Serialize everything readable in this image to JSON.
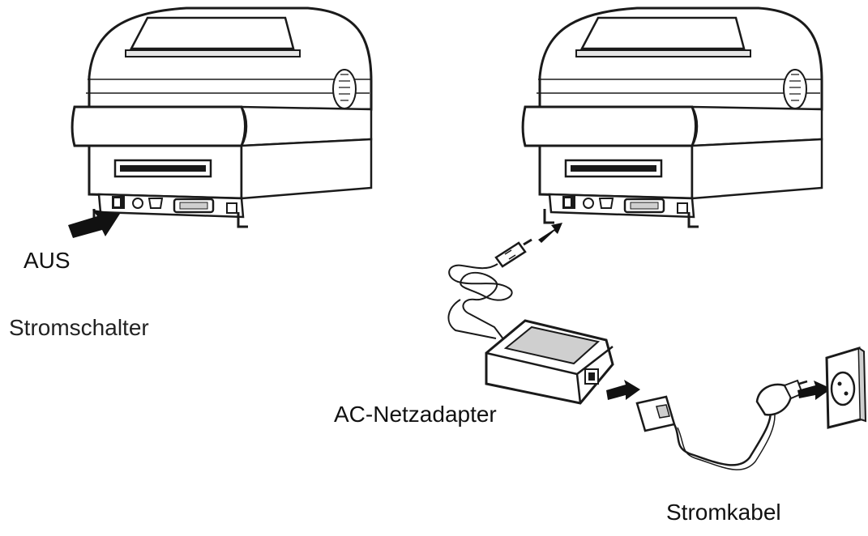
{
  "labels": {
    "switch_state": "AUS",
    "power_switch": "Stromschalter",
    "ac_adapter": "AC-Netzadapter",
    "power_cable": "Stromkabel"
  },
  "colors": {
    "line": "#1a1a1a",
    "fill": "#ffffff",
    "shade": "#cfcfcf",
    "arrow": "#111111"
  }
}
